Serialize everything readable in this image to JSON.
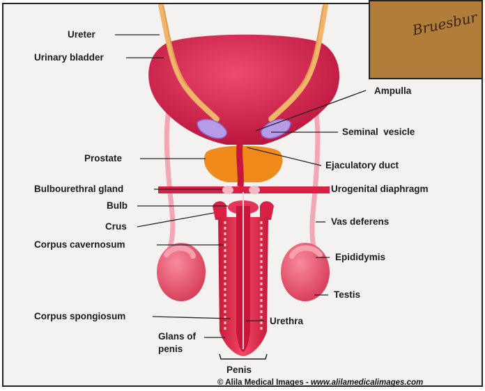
{
  "labels": {
    "ureter": "Ureter",
    "urinary_bladder": "Urinary bladder",
    "ampulla": "Ampulla",
    "seminal_vesicle": "Seminal  vesicle",
    "prostate": "Prostate",
    "ejaculatory_duct": "Ejaculatory duct",
    "bulbourethral_gland": "Bulbourethral gland",
    "urogenital_diaphragm": "Urogenital diaphragm",
    "bulb": "Bulb",
    "crus": "Crus",
    "vas_deferens": "Vas deferens",
    "corpus_cavernosum": "Corpus cavernosum",
    "epididymis": "Epididymis",
    "testis": "Testis",
    "corpus_spongiosum": "Corpus spongiosum",
    "urethra": "Urethra",
    "glans_line1": "Glans of",
    "glans_line2": "penis",
    "penis": "Penis"
  },
  "credit": {
    "owner": "© Alila Medical Images",
    "separator": "-",
    "url": "www.alilamedicalimages.com"
  },
  "inset": {
    "signature": "Bruesbur"
  },
  "colors": {
    "background": "#f3f2f0",
    "bladder": "#d31e4a",
    "ureter": "#f0b56a",
    "prostate": "#f08a1a",
    "seminal_vesicle": "#b79be6",
    "vas_deferens": "#f3a6b6",
    "erectile_tissue": "#e0304c",
    "testis": "#e85a72"
  }
}
